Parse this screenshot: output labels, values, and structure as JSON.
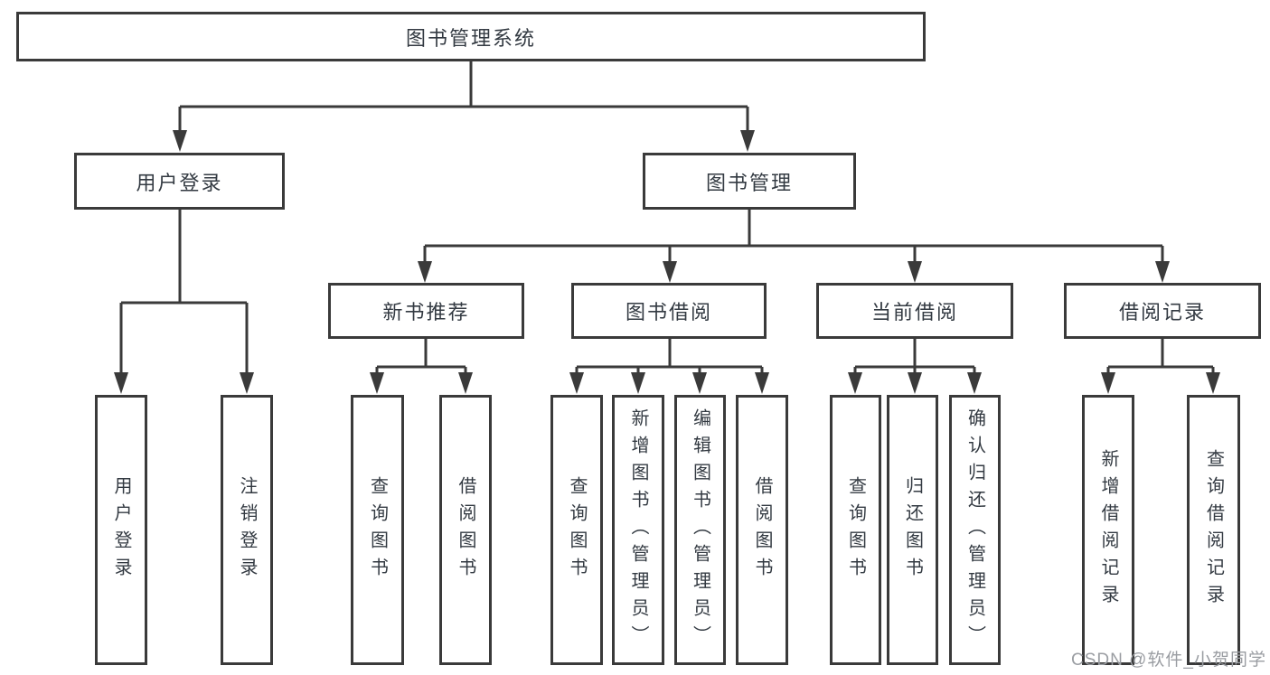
{
  "tree": {
    "label": "图书管理系统",
    "children": [
      {
        "label": "用户登录",
        "children": [
          {
            "label": "用户登录"
          },
          {
            "label": "注销登录"
          }
        ]
      },
      {
        "label": "图书管理",
        "children": [
          {
            "label": "新书推荐",
            "children": [
              {
                "label": "查询图书"
              },
              {
                "label": "借阅图书"
              }
            ]
          },
          {
            "label": "图书借阅",
            "children": [
              {
                "label": "查询图书"
              },
              {
                "label": "新增图书（管理员）"
              },
              {
                "label": "编辑图书（管理员）"
              },
              {
                "label": "借阅图书"
              }
            ]
          },
          {
            "label": "当前借阅",
            "children": [
              {
                "label": "查询图书"
              },
              {
                "label": "归还图书"
              },
              {
                "label": "确认归还（管理员）"
              }
            ]
          },
          {
            "label": "借阅记录",
            "children": [
              {
                "label": "新增借阅记录"
              },
              {
                "label": "查询借阅记录"
              }
            ]
          }
        ]
      }
    ]
  },
  "watermark": {
    "text": "CSDN @软件_小贺同学"
  },
  "colors": {
    "line": "#3a3a3a",
    "text": "#333a42",
    "watermark": "#9a9da2",
    "background": "#ffffff"
  }
}
